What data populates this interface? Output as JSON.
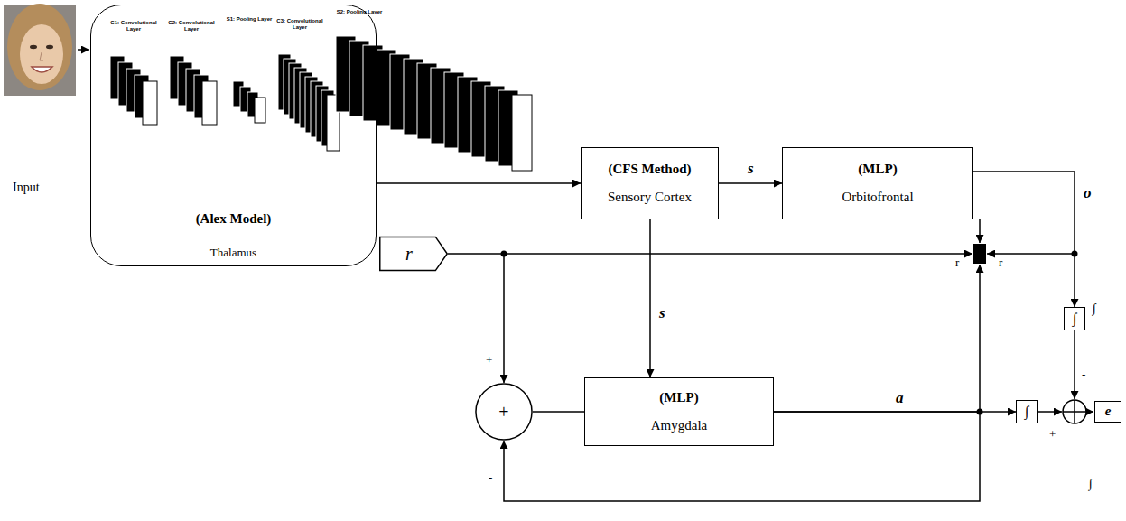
{
  "diagram": {
    "nodes": [
      {
        "text": [
          "(Alex Model)",
          "Thalamus"
        ]
      },
      {
        "text": [
          "(CFS Method)",
          "Sensory Cortex"
        ]
      },
      {
        "text": [
          "(MLP)",
          "Orbitofrontal"
        ]
      },
      {
        "text": [
          "r"
        ]
      },
      {
        "text": [
          "+"
        ]
      },
      {
        "text": [
          "(MLP)",
          "Amygdala"
        ]
      },
      {
        "text": [
          "∫"
        ]
      },
      {
        "text": [
          "∫"
        ]
      },
      {
        "text": [
          "e"
        ]
      }
    ],
    "edges": [
      {
        "from": 0,
        "to": 1,
        "arrow": "to"
      },
      {
        "from": 1,
        "to": 2,
        "label": "s",
        "arrow": "to"
      },
      {
        "from": 1,
        "to": 5,
        "label": "s",
        "arrow": "to"
      },
      {
        "from": 3,
        "to": 4,
        "arrow": "to"
      },
      {
        "from": 4,
        "to": 5,
        "arrow": "none"
      },
      {
        "from": 2,
        "to": 6,
        "label": "o",
        "arrow": "to"
      },
      {
        "from": 5,
        "to": 7,
        "label": "a",
        "arrow": "to"
      },
      {
        "from": 5,
        "to": 4,
        "arrow": "to"
      }
    ],
    "labels": [
      "C1: Convolutional Layer",
      "C2: Convolutional Layer",
      "S1: Pooling Layer",
      "C3: Convolutional Layer",
      "S2: Pooling Layer",
      "Input",
      "r",
      "r",
      "∫",
      "+",
      "-",
      "-",
      "+",
      "∫"
    ]
  }
}
